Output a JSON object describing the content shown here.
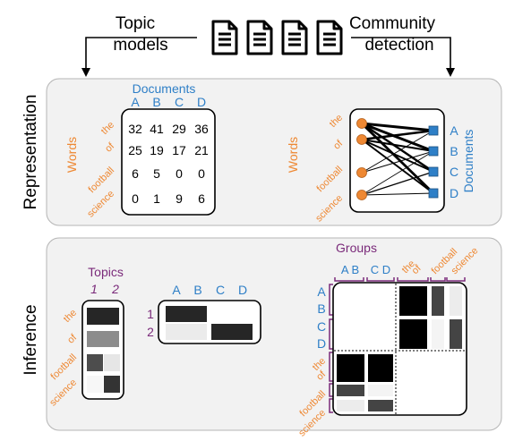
{
  "header": {
    "left_label_line1": "Topic",
    "left_label_line2": "models",
    "right_label_line1": "Community",
    "right_label_line2": "detection",
    "document_icon_count": 4
  },
  "representation": {
    "panel_title": "Representation",
    "matrix": {
      "title": "Documents",
      "columns": [
        "A",
        "B",
        "C",
        "D"
      ],
      "row_axis_label": "Words",
      "rows": [
        "the",
        "of",
        "football",
        "science"
      ],
      "values": [
        [
          32,
          41,
          29,
          36
        ],
        [
          25,
          19,
          17,
          21
        ],
        [
          6,
          5,
          0,
          0
        ],
        [
          0,
          1,
          9,
          6
        ]
      ]
    },
    "bipartite": {
      "word_axis_label": "Words",
      "doc_axis_label": "Documents",
      "words": [
        "the",
        "of",
        "football",
        "science"
      ],
      "documents": [
        "A",
        "B",
        "C",
        "D"
      ]
    }
  },
  "inference": {
    "panel_title": "Inference",
    "topics": {
      "title": "Topics",
      "columns": [
        "1",
        "2"
      ],
      "rows": [
        "the",
        "of",
        "football",
        "science"
      ],
      "weights": [
        [
          0.85,
          0.0
        ],
        [
          0.45,
          0.0
        ],
        [
          0.7,
          0.1
        ],
        [
          0.0,
          0.8
        ]
      ]
    },
    "doc_topic": {
      "columns": [
        "A",
        "B",
        "C",
        "D"
      ],
      "rows": [
        "1",
        "2"
      ],
      "weights": [
        [
          0.85,
          0.0
        ],
        [
          0.08,
          0.85
        ]
      ]
    },
    "groups": {
      "title": "Groups",
      "top_groups": [
        "A B",
        "C D",
        "the",
        "of",
        "football",
        "science"
      ],
      "left_docs": [
        "A",
        "B",
        "C",
        "D"
      ],
      "left_words": [
        "the",
        "of",
        "football",
        "science"
      ]
    }
  },
  "colors": {
    "words": "#ee8833",
    "documents": "#2e7fc7",
    "topics": "#7a2a7a",
    "panel_bg": "#f2f2f2",
    "panel_border": "#b5b5b5"
  }
}
